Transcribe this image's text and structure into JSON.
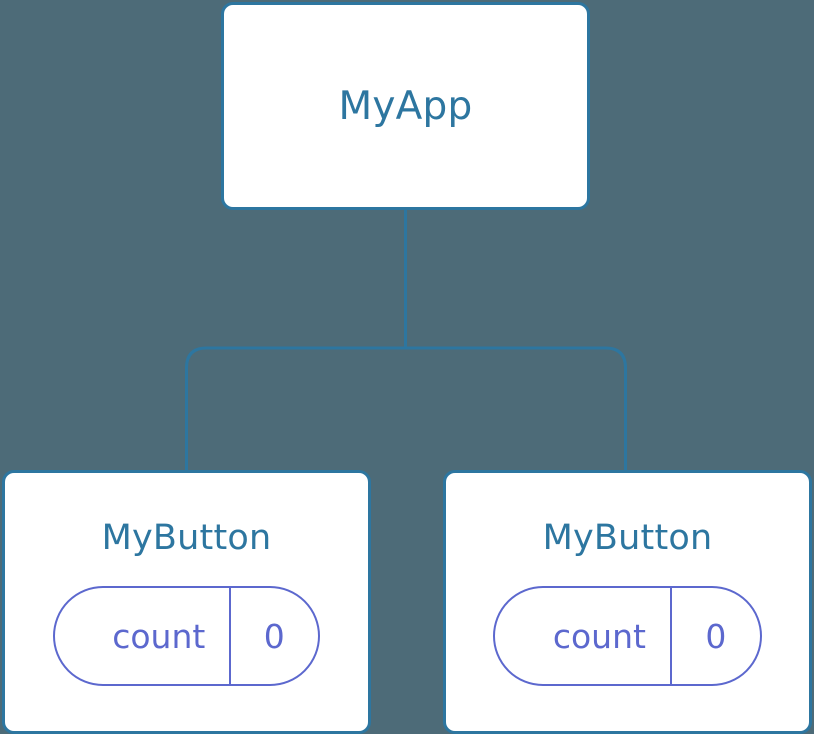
{
  "diagram": {
    "title": "component-tree",
    "background_color": "#4d6b78",
    "node_border_color": "#2d76a0",
    "node_fill_color": "#ffffff",
    "node_title_color": "#2d76a0",
    "state_accent_color": "#5c68ce",
    "edge_color": "#2d76a0"
  },
  "root": {
    "label": "MyApp"
  },
  "children": [
    {
      "label": "MyButton",
      "state": {
        "key": "count",
        "value": "0"
      }
    },
    {
      "label": "MyButton",
      "state": {
        "key": "count",
        "value": "0"
      }
    }
  ]
}
